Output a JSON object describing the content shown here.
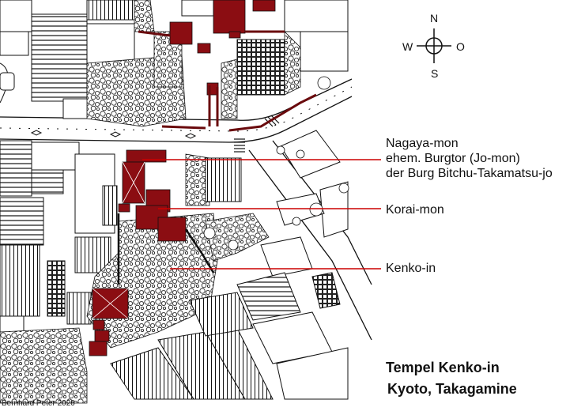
{
  "map": {
    "title_line1": "Tempel Kenko-in",
    "title_line2": "Kyoto, Takagamine",
    "copyright": "Bernhard Peter 2020",
    "compass": {
      "north": "N",
      "south": "S",
      "west": "W",
      "east": "O"
    },
    "labels": [
      {
        "key": "nagaya",
        "lines": [
          "Nagaya-mon",
          "ehem. Burgtor (Jo-mon)",
          "der Burg Bitchu-Takamatsu-jo"
        ]
      },
      {
        "key": "korai",
        "lines": [
          "Korai-mon"
        ]
      },
      {
        "key": "kenko",
        "lines": [
          "Kenko-in"
        ]
      }
    ],
    "colors": {
      "highlight": "#8b0d12",
      "line": "#111111",
      "leader": "#cc0000",
      "background": "#ffffff"
    }
  }
}
